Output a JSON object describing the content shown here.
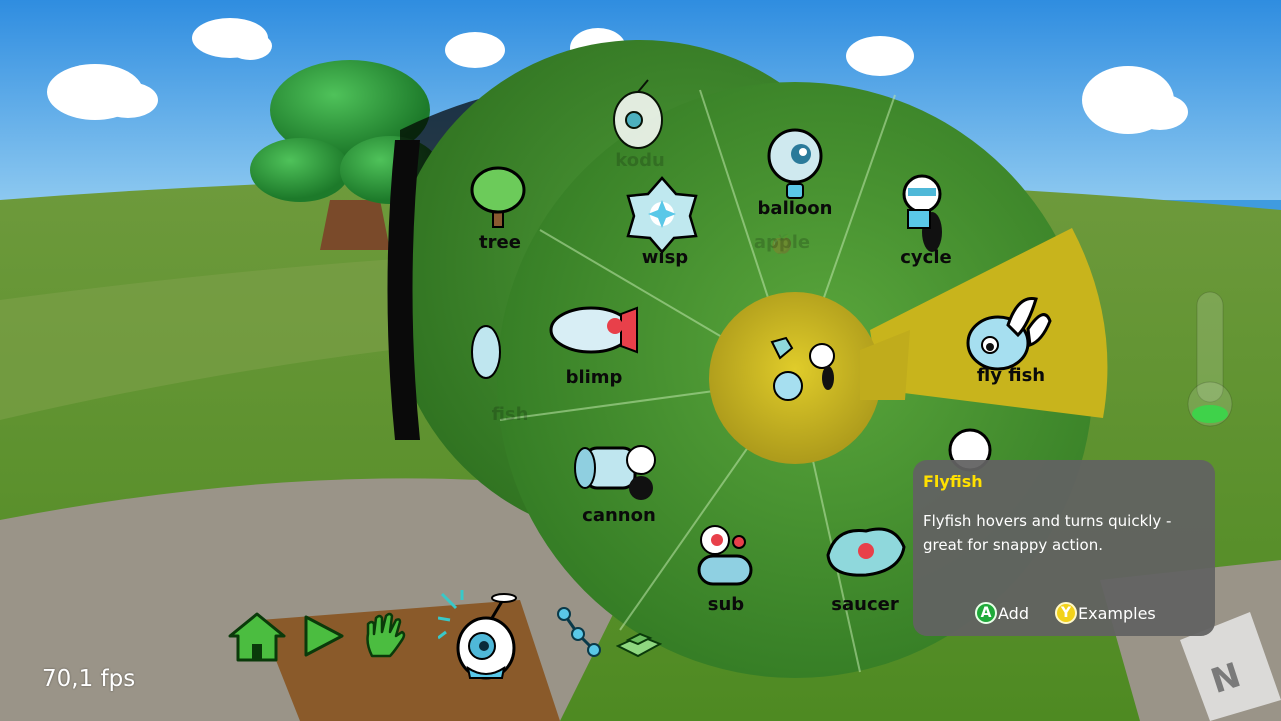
{
  "hud": {
    "fps": "70,1 fps"
  },
  "pie_outer": [
    {
      "label": "tree",
      "icon": "tree-icon"
    },
    {
      "label": "kodu",
      "icon": "kodu-icon"
    },
    {
      "label": "apple",
      "icon": "apple-icon"
    },
    {
      "label": "fish",
      "icon": "fish-icon"
    }
  ],
  "pie_inner": [
    {
      "label": "balloon",
      "icon": "balloon-icon"
    },
    {
      "label": "cycle",
      "icon": "cycle-icon"
    },
    {
      "label": "fly fish",
      "icon": "flyfish-icon",
      "selected": true
    },
    {
      "label": "saucer",
      "icon": "saucer-icon"
    },
    {
      "label": "sub",
      "icon": "sub-icon"
    },
    {
      "label": "cannon",
      "icon": "cannon-icon"
    },
    {
      "label": "blimp",
      "icon": "blimp-icon"
    },
    {
      "label": "wisp",
      "icon": "wisp-icon"
    }
  ],
  "tooltip": {
    "title": "Flyfish",
    "body": "Flyfish hovers and turns quickly - great for snappy action.",
    "actions": [
      {
        "button": "A",
        "label": "Add",
        "color": "#1faa3a"
      },
      {
        "button": "Y",
        "label": "Examples",
        "color": "#f2d21a"
      }
    ]
  },
  "toolbar": [
    {
      "name": "home-icon"
    },
    {
      "name": "play-icon"
    },
    {
      "name": "hand-icon"
    },
    {
      "name": "object-tool-icon",
      "active": true
    },
    {
      "name": "path-tool-icon"
    },
    {
      "name": "terrain-tool-icon"
    }
  ],
  "colors": {
    "pie_green": "#3c8a2c",
    "pie_selected": "#c8b41c",
    "tooltip_title": "#ffe000",
    "sky": "#3f9be0"
  }
}
